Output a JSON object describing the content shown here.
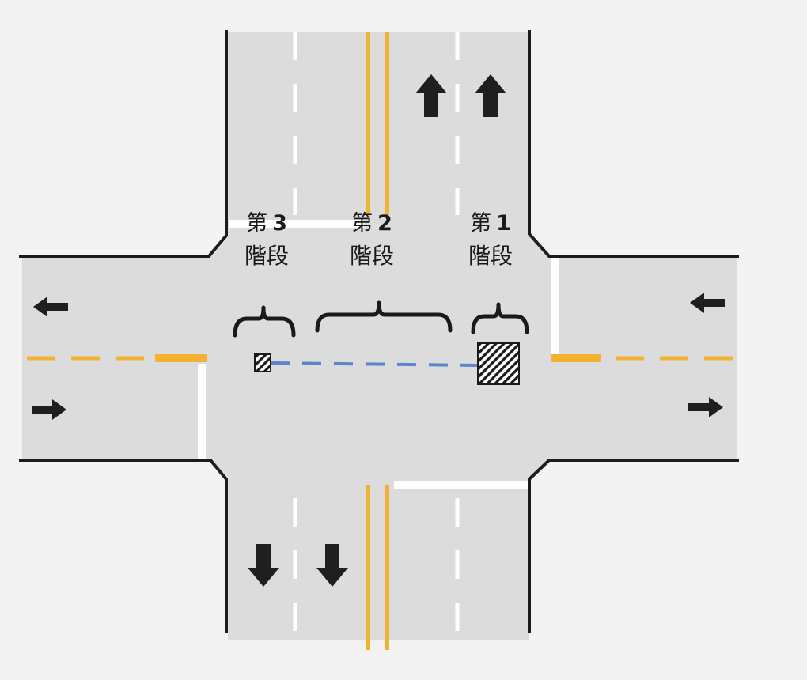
{
  "stages": [
    {
      "ordinal": "第",
      "number": "3",
      "word": "階段"
    },
    {
      "ordinal": "第",
      "number": "2",
      "word": "階段"
    },
    {
      "ordinal": "第",
      "number": "1",
      "word": "階段"
    }
  ],
  "colors": {
    "background": "#f3f3f3",
    "road": "#dcdcdc",
    "curb": "#1c1c1c",
    "lane_marking": "#ffffff",
    "center_line": "#f2b233",
    "arrow": "#1f1f1f",
    "crossing_path": "#5b86c9",
    "bracket": "#1a1a1a"
  },
  "icons": {
    "north_arrows": "arrow-up-icon",
    "south_arrows": "arrow-down-icon",
    "west_arrows": "arrow-left-icon",
    "east_arrows": "arrow-right-icon",
    "waiting_area": "hatched-square-icon"
  }
}
